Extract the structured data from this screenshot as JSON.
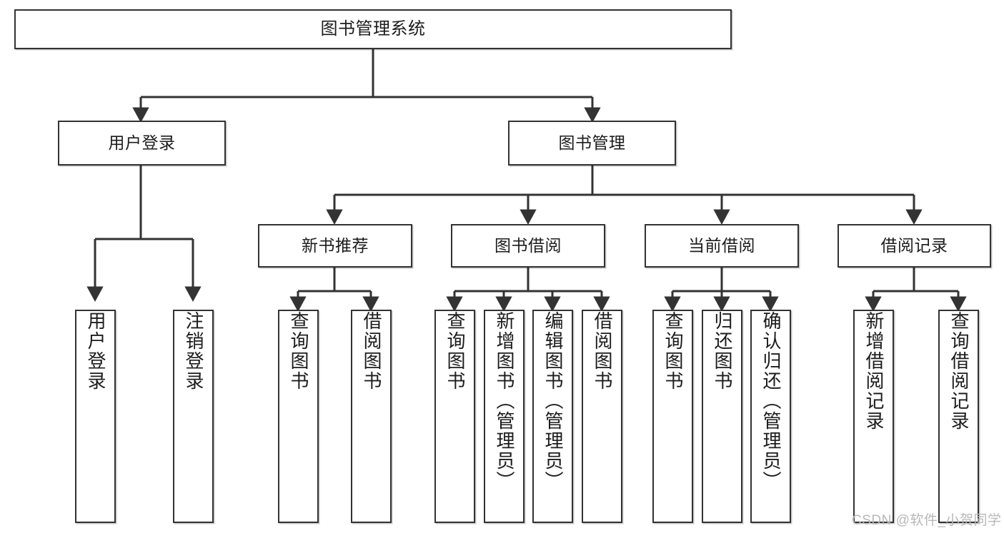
{
  "diagram": {
    "title": "图书管理系统",
    "type": "tree-hierarchy",
    "root": {
      "label": "图书管理系统"
    },
    "level2": [
      {
        "label": "用户登录"
      },
      {
        "label": "图书管理"
      }
    ],
    "level3": [
      {
        "label": "新书推荐"
      },
      {
        "label": "图书借阅"
      },
      {
        "label": "当前借阅"
      },
      {
        "label": "借阅记录"
      }
    ],
    "leaves": {
      "user_login": [
        {
          "label": "用户登录"
        },
        {
          "label": "注销登录"
        }
      ],
      "new_book_recommend": [
        {
          "label": "查询图书"
        },
        {
          "label": "借阅图书"
        }
      ],
      "book_borrow": [
        {
          "label": "查询图书"
        },
        {
          "label": "新增图书（管理员）"
        },
        {
          "label": "编辑图书（管理员）"
        },
        {
          "label": "借阅图书"
        }
      ],
      "current_borrow": [
        {
          "label": "查询图书"
        },
        {
          "label": "归还图书"
        },
        {
          "label": "确认归还（管理员）"
        }
      ],
      "borrow_record": [
        {
          "label": "新增借阅记录"
        },
        {
          "label": "查询借阅记录"
        }
      ]
    }
  },
  "watermark": {
    "text": "CSDN @软件_小贺同学"
  },
  "colors": {
    "border": "#333333",
    "background": "#ffffff",
    "text": "#1c1c1c",
    "watermark": "#b8b8b8"
  }
}
